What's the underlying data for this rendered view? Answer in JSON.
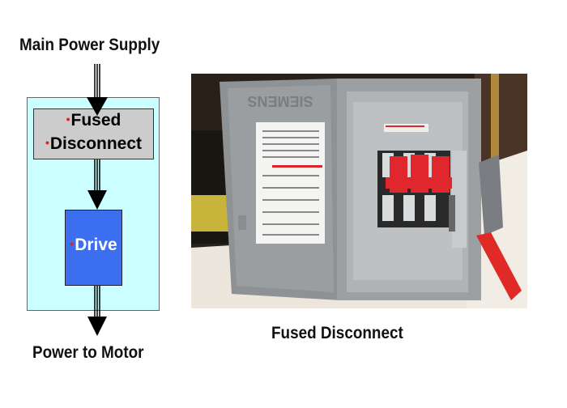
{
  "diagram": {
    "top_label": "Main Power Supply",
    "bottom_label": "Power to Motor",
    "fused_box": {
      "line1": "Fused",
      "line2": "Disconnect"
    },
    "drive_box": {
      "label": "Drive"
    },
    "bullet": "•"
  },
  "photo": {
    "caption": "Fused Disconnect",
    "door_brand": "SIEMENS",
    "alt": "Photo of an open Siemens fused disconnect switch enclosure with red switch handle"
  },
  "colors": {
    "outer_box": "#ccffff",
    "fused_box": "#cccccc",
    "drive_box": "#3b6ff0",
    "bullet": "#e0201a"
  }
}
